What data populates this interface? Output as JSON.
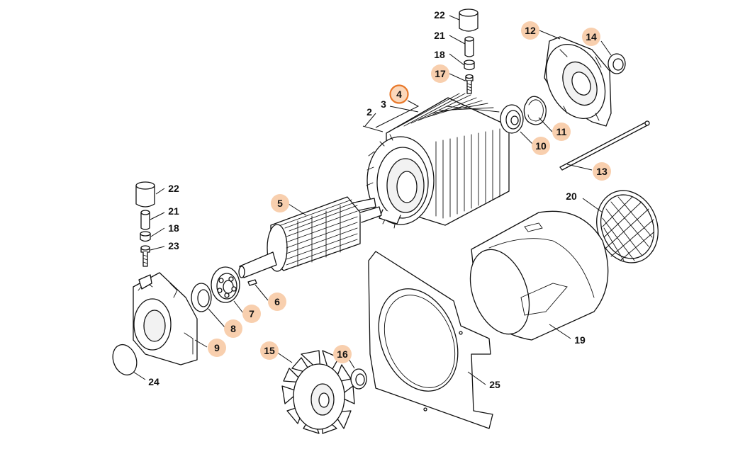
{
  "diagram": {
    "callouts": [
      {
        "id": "c22a",
        "text": "22",
        "highlight": false
      },
      {
        "id": "c21a",
        "text": "21",
        "highlight": false
      },
      {
        "id": "c18a",
        "text": "18",
        "highlight": false
      },
      {
        "id": "c17",
        "text": "17",
        "highlight": true
      },
      {
        "id": "c4",
        "text": "4",
        "highlight": true,
        "selected": true
      },
      {
        "id": "c3",
        "text": "3",
        "highlight": false
      },
      {
        "id": "c2",
        "text": "2",
        "highlight": false
      },
      {
        "id": "c12",
        "text": "12",
        "highlight": true
      },
      {
        "id": "c14",
        "text": "14",
        "highlight": true
      },
      {
        "id": "c11",
        "text": "11",
        "highlight": true
      },
      {
        "id": "c10",
        "text": "10",
        "highlight": true
      },
      {
        "id": "c13",
        "text": "13",
        "highlight": true
      },
      {
        "id": "c20",
        "text": "20",
        "highlight": false
      },
      {
        "id": "c22b",
        "text": "22",
        "highlight": false
      },
      {
        "id": "c21b",
        "text": "21",
        "highlight": false
      },
      {
        "id": "c18b",
        "text": "18",
        "highlight": false
      },
      {
        "id": "c23",
        "text": "23",
        "highlight": false
      },
      {
        "id": "c5",
        "text": "5",
        "highlight": true
      },
      {
        "id": "c6",
        "text": "6",
        "highlight": true
      },
      {
        "id": "c7",
        "text": "7",
        "highlight": true
      },
      {
        "id": "c8",
        "text": "8",
        "highlight": true
      },
      {
        "id": "c9",
        "text": "9",
        "highlight": true
      },
      {
        "id": "c24",
        "text": "24",
        "highlight": false
      },
      {
        "id": "c15",
        "text": "15",
        "highlight": true
      },
      {
        "id": "c16",
        "text": "16",
        "highlight": true
      },
      {
        "id": "c25",
        "text": "25",
        "highlight": false
      },
      {
        "id": "c19",
        "text": "19",
        "highlight": false
      }
    ],
    "colors": {
      "highlight": "#f8cfae",
      "selected_ring": "#e8782a",
      "line": "#111111"
    }
  }
}
